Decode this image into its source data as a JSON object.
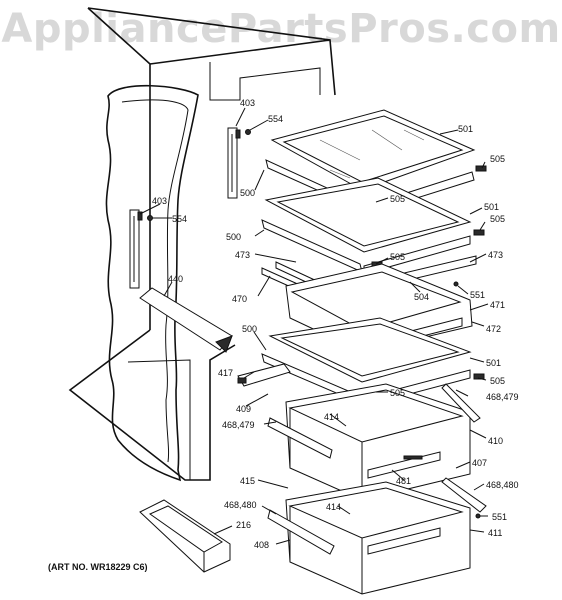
{
  "watermark": "AppliancePartsPros.com",
  "art_number": "(ART NO. WR18229 C6)",
  "part_labels": {
    "p403a": "403",
    "p554a": "554",
    "p500a": "500",
    "p501a": "501",
    "p505a": "505",
    "p505b": "505",
    "p403b": "403",
    "p554b": "554",
    "p500b": "500",
    "p501b": "501",
    "p505c": "505",
    "p505d": "505",
    "p473a": "473",
    "p473b": "473",
    "p470": "470",
    "p504": "504",
    "p551a": "551",
    "p471": "471",
    "p440": "440",
    "p472": "472",
    "p500c": "500",
    "p501c": "501",
    "p417": "417",
    "p505e": "505",
    "p505f": "505",
    "p409": "409",
    "p414a": "414",
    "p468479a": "468,479",
    "p468479b": "468,479",
    "p410": "410",
    "p407": "407",
    "p481": "481",
    "p415": "415",
    "p468480a": "468,480",
    "p468480b": "468,480",
    "p414b": "414",
    "p551b": "551",
    "p216": "216",
    "p411": "411",
    "p408": "408"
  }
}
